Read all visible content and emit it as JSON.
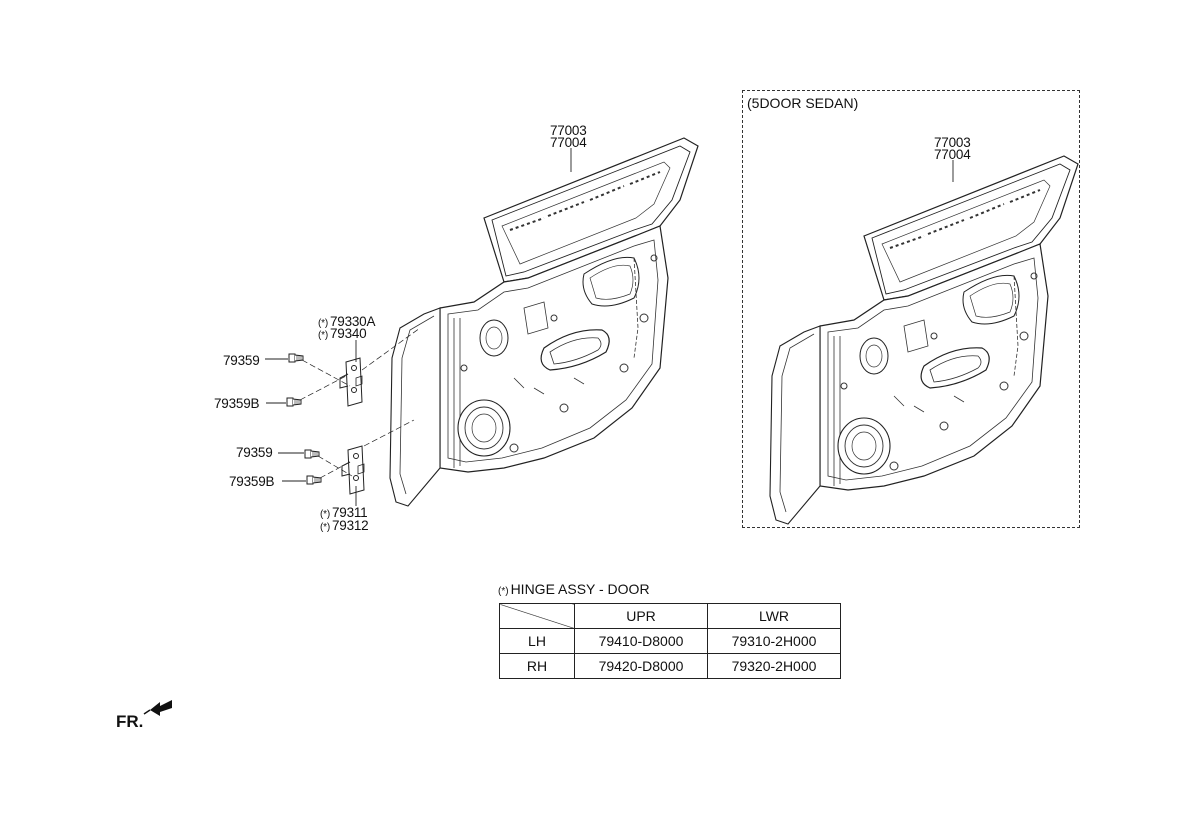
{
  "left_diagram": {
    "labels": {
      "door_a": "77003",
      "door_b": "77004",
      "upr_hinge_a": "79330A",
      "upr_hinge_b": "79340",
      "upr_bolt": "79359",
      "upr_bolt_b": "79359B",
      "lwr_bolt": "79359",
      "lwr_bolt_b": "79359B",
      "lwr_hinge_a": "79311",
      "lwr_hinge_b": "79312"
    },
    "marks": {
      "upr_a": "(*)",
      "upr_b": "(*)",
      "lwr_a": "(*)",
      "lwr_b": "(*)"
    }
  },
  "sedan_panel": {
    "title": "(5DOOR SEDAN)",
    "labels": {
      "door_a": "77003",
      "door_b": "77004"
    }
  },
  "hinge_table": {
    "note_mark": "(*)",
    "note": "HINGE ASSY - DOOR",
    "columns": [
      "",
      "UPR",
      "LWR"
    ],
    "rows": [
      {
        "side": "LH",
        "upr": "79410-D8000",
        "lwr": "79310-2H000"
      },
      {
        "side": "RH",
        "upr": "79420-D8000",
        "lwr": "79320-2H000"
      }
    ]
  },
  "direction": {
    "label": "FR."
  }
}
